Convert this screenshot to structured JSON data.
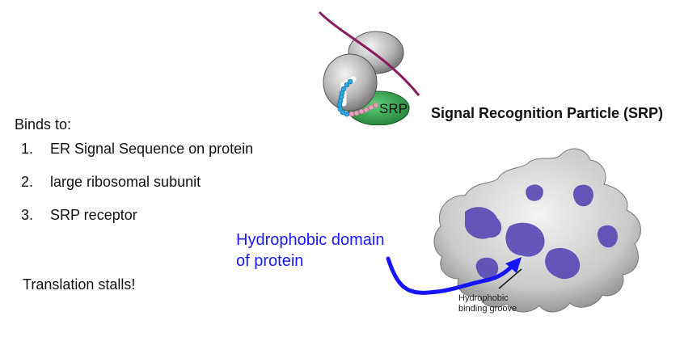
{
  "binds_heading": "Binds to:",
  "binds_items": [
    {
      "number": "1.",
      "text": "ER Signal Sequence on protein"
    },
    {
      "number": "2.",
      "text": "large ribosomal subunit"
    },
    {
      "number": "3.",
      "text": "SRP receptor"
    }
  ],
  "translation_note": "Translation stalls!",
  "srp_title": "Signal Recognition Particle (SRP)",
  "srp_figure_label": "SRP",
  "domain_label_line1": "Hydrophobic domain",
  "domain_label_line2": "of protein",
  "groove_label_line1": "Hydrophobic",
  "groove_label_line2": "binding groove",
  "colors": {
    "mrna": "#8b1a5e",
    "ribosome": "#b8b8b8",
    "srp_green": "#2e8b3e",
    "signal_beads": "#2aa7e0",
    "pink_beads": "#e8a0c0",
    "hydrophobic_patch": "#5a4ab5",
    "arrow_blue": "#1515ff"
  }
}
